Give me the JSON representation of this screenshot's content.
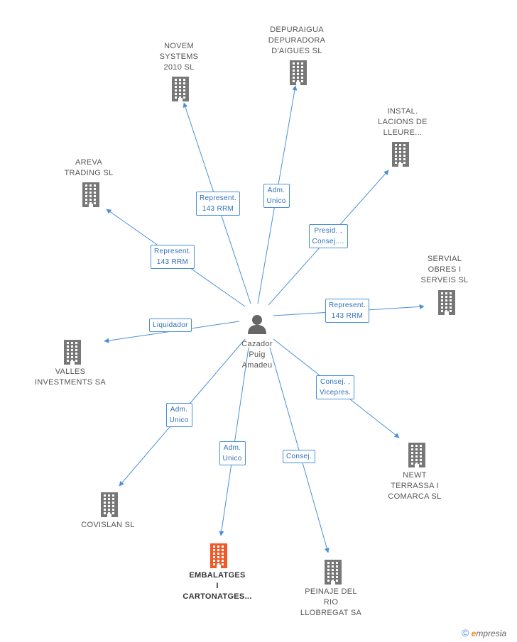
{
  "center": {
    "label": "Cazador\nPuig\nAmadeu"
  },
  "companies": [
    {
      "id": "novem",
      "label": "NOVEM\nSYSTEMS\n2010 SL",
      "highlight": false
    },
    {
      "id": "depuraigua",
      "label": "DEPURAIGUA\nDEPURADORA\nD'AIGUES SL",
      "highlight": false
    },
    {
      "id": "instal",
      "label": "INSTAL.\nLACIONS DE\nLLEURE...",
      "highlight": false
    },
    {
      "id": "areva",
      "label": "AREVA\nTRADING SL",
      "highlight": false
    },
    {
      "id": "servial",
      "label": "SERVIAL\nOBRES I\nSERVEIS SL",
      "highlight": false
    },
    {
      "id": "valles",
      "label": "VALLES\nINVESTMENTS SA",
      "highlight": false
    },
    {
      "id": "newt",
      "label": "NEWT\nTERRASSA I\nCOMARCA  SL",
      "highlight": false
    },
    {
      "id": "covislan",
      "label": "COVISLAN SL",
      "highlight": false
    },
    {
      "id": "embalatges",
      "label": "EMBALATGES\nI\nCARTONATGES...",
      "highlight": true
    },
    {
      "id": "peinaje",
      "label": "PEINAJE DEL\nRIO\nLLOBREGAT SA",
      "highlight": false
    }
  ],
  "relations": [
    {
      "target": "novem",
      "role": "Represent.\n143 RRM"
    },
    {
      "target": "depuraigua",
      "role": "Adm.\nUnico"
    },
    {
      "target": "instal",
      "role": "Presid. ,\nConsej...."
    },
    {
      "target": "areva",
      "role": "Represent.\n143 RRM"
    },
    {
      "target": "servial",
      "role": "Represent.\n143 RRM"
    },
    {
      "target": "valles",
      "role": "Liquidador"
    },
    {
      "target": "newt",
      "role": "Consej. ,\nVicepres."
    },
    {
      "target": "covislan",
      "role": "Adm.\nUnico"
    },
    {
      "target": "embalatges",
      "role": "Adm.\nUnico"
    },
    {
      "target": "peinaje",
      "role": "Consej."
    }
  ],
  "colors": {
    "edge": "#4a90d9",
    "building": "#777777",
    "highlight": "#f05a28",
    "person": "#666666"
  },
  "icons": {
    "company": "building-icon",
    "person": "person-icon",
    "brand": "copyright-icon"
  },
  "brand": {
    "symbol": "©",
    "initial": "e",
    "rest": "mpresia"
  }
}
